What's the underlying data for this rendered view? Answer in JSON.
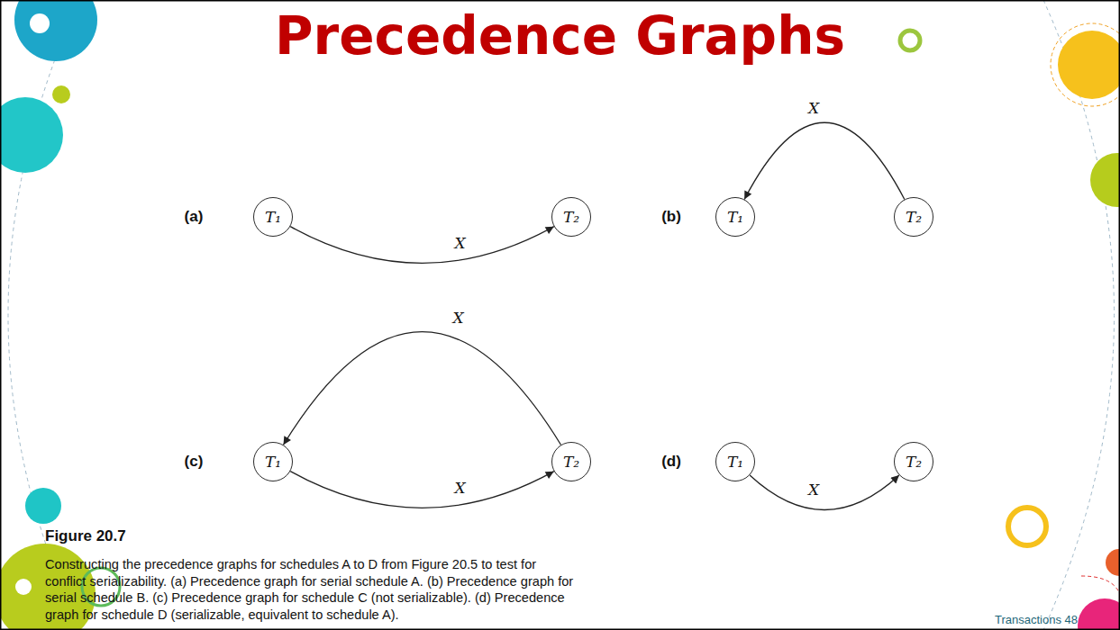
{
  "diagram": {
    "title": "Precedence Graphs",
    "caption": "Constructing the precedence graphs for schedules A to D from Figure 20.5 to test for conflict serializability. (a) Precedence graph for serial schedule A. (b) Precedence graph for serial schedule B. (c) Precedence graph for schedule C (not serializable). (d) Precedence graph for schedule D (serializable, equivalent to schedule A).",
    "nodes": [
      {
        "text": [
          "T₁"
        ]
      },
      {
        "text": [
          "T₂"
        ]
      },
      {
        "text": [
          "T₁"
        ]
      },
      {
        "text": [
          "T₂"
        ]
      },
      {
        "text": [
          "T₁"
        ]
      },
      {
        "text": [
          "T₂"
        ]
      },
      {
        "text": [
          "T₁"
        ]
      },
      {
        "text": [
          "T₂"
        ]
      }
    ],
    "edges": [
      {
        "from": 0,
        "to": 1,
        "label": "X",
        "arrow": "to"
      },
      {
        "from": 3,
        "to": 2,
        "label": "X",
        "arrow": "to"
      },
      {
        "from": 5,
        "to": 4,
        "label": "X",
        "arrow": "to"
      },
      {
        "from": 4,
        "to": 5,
        "label": "X",
        "arrow": "to"
      },
      {
        "from": 6,
        "to": 7,
        "label": "X",
        "arrow": "to"
      }
    ],
    "labels": [
      "(a)",
      "(b)",
      "(c)",
      "(d)",
      "Figure 20.7",
      "Transactions 48"
    ]
  }
}
